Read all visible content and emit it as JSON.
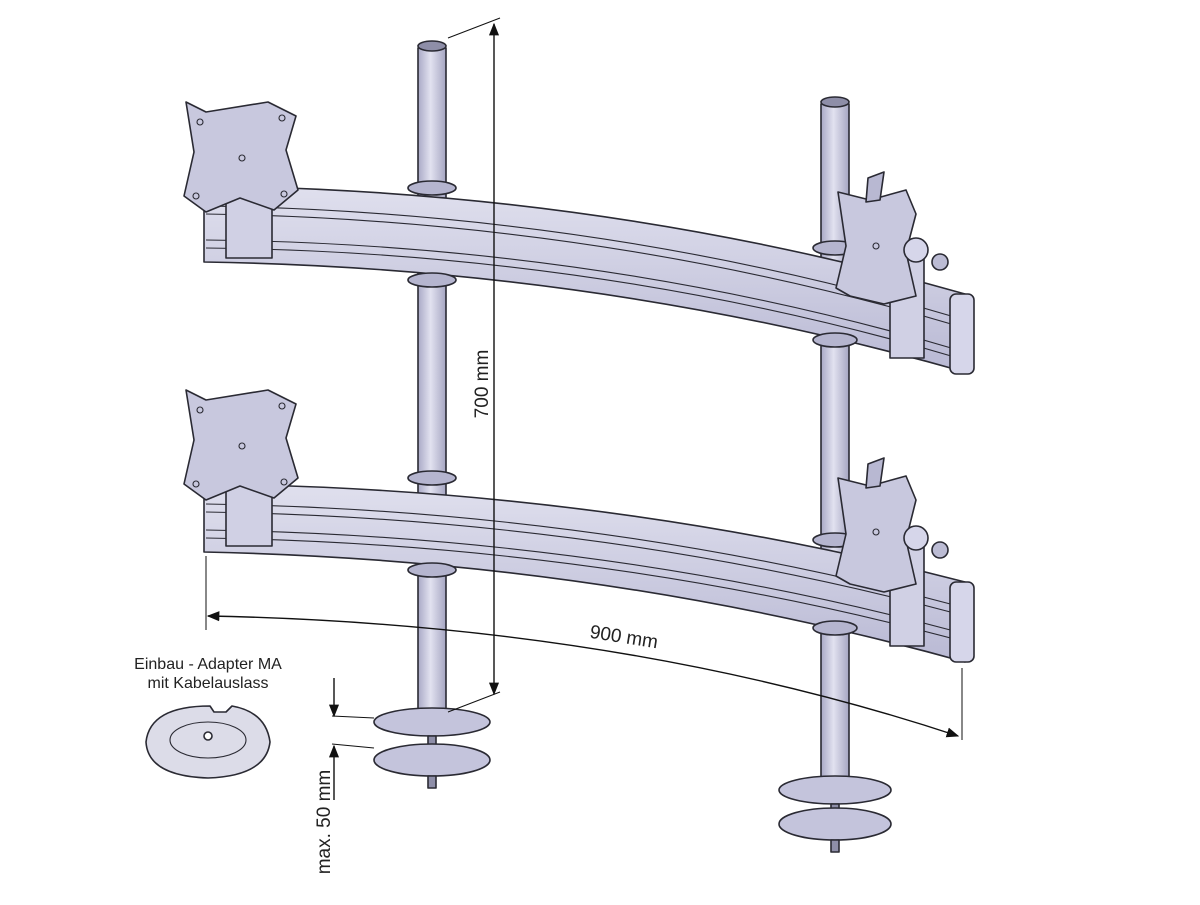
{
  "dimensions": {
    "height_label": "700 mm",
    "width_label": "900 mm",
    "clamp_label": "max. 50 mm"
  },
  "adapter": {
    "line1": "Einbau - Adapter MA",
    "line2": "mit Kabelauslass"
  },
  "colors": {
    "metal": "#c9c9e0",
    "metal_light": "#dcdcec",
    "metal_dark": "#a7a7c4",
    "outline": "#2a2a33"
  }
}
